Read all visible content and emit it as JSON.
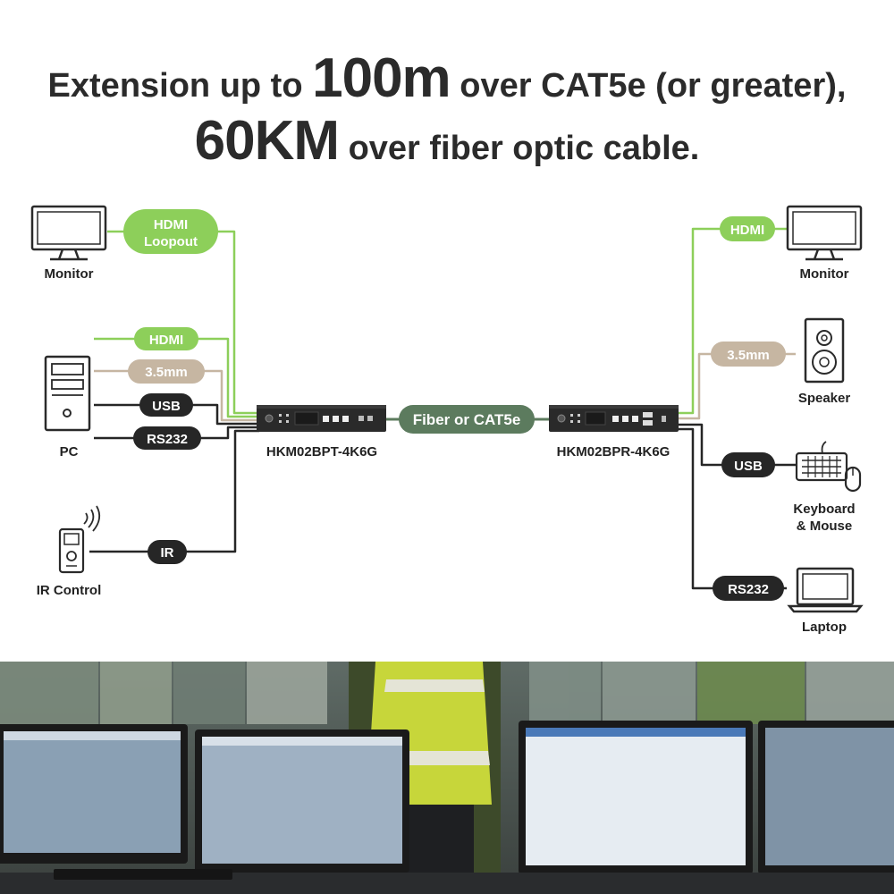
{
  "headline": {
    "line1_pre": "Extension up to ",
    "line1_big": "100m",
    "line1_post": " over CAT5e (or greater),",
    "line2_big": "60KM",
    "line2_post": " over fiber optic cable."
  },
  "devices": {
    "transmitter": "HKM02BPT-4K6G",
    "receiver": "HKM02BPR-4K6G",
    "link": "Fiber or CAT5e"
  },
  "left": {
    "monitor": "Monitor",
    "pc": "PC",
    "ir_control": "IR Control",
    "hdmi_loopout_1": "HDMI",
    "hdmi_loopout_2": "Loopout",
    "hdmi": "HDMI",
    "audio": "3.5mm",
    "usb": "USB",
    "rs232": "RS232",
    "ir": "IR"
  },
  "right": {
    "monitor": "Monitor",
    "speaker": "Speaker",
    "keyboard_1": "Keyboard",
    "keyboard_2": "& Mouse",
    "laptop": "Laptop",
    "hdmi": "HDMI",
    "audio": "3.5mm",
    "usb": "USB",
    "rs232": "RS232"
  },
  "colors": {
    "green": "#8dcf5a",
    "tan": "#c6b6a2",
    "dark": "#262626",
    "fiber": "#5c7b5e"
  }
}
